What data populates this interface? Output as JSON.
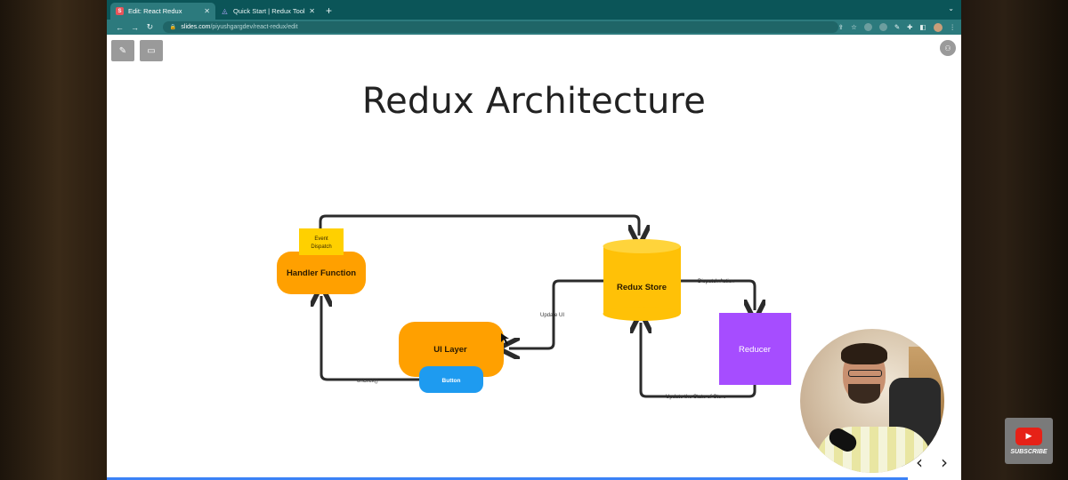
{
  "browser": {
    "tabs": [
      {
        "label": "Edit: React Redux",
        "favicon": "slides-favicon",
        "active": true
      },
      {
        "label": "Quick Start | Redux Toolkit",
        "favicon": "redux-favicon",
        "active": false
      }
    ],
    "url": {
      "host": "slides.com",
      "path": "/piyushgargdev/react-redux/edit"
    }
  },
  "slide": {
    "title": "Redux Architecture",
    "nodes": {
      "event_dispatch_line1": "Event",
      "event_dispatch_line2": "Dispatch",
      "handler_function": "Handler Function",
      "redux_store": "Redux Store",
      "ui_layer": "UI Layer",
      "button": "Button",
      "reducer": "Reducer"
    },
    "edge_labels": {
      "dispatch_action": "Dispatch Action",
      "update_ui": "Update UI",
      "onclick": "onClick()",
      "update_state": "Update the State of Store"
    },
    "colors": {
      "orange": "#ffa000",
      "yellow_label": "#ffd000",
      "store_yellow": "#ffc107",
      "store_top": "#ffd43b",
      "blue": "#1e9bf0",
      "purple": "#a64dff",
      "arrow": "#2b2b2b"
    }
  },
  "subscribe_badge": {
    "label": "SUBSCRIBE"
  }
}
